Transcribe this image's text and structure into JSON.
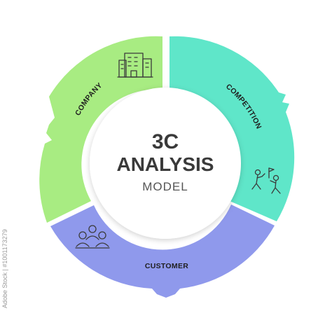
{
  "diagram": {
    "title": "3C",
    "title_line2": "ANALYSIS",
    "subtitle": "MODEL",
    "segments": [
      {
        "label": "COMPANY",
        "color": "#a8ec82",
        "icon": "office-building-icon"
      },
      {
        "label": "COMPETITION",
        "color": "#5fe6c9",
        "icon": "competition-runners-icon"
      },
      {
        "label": "CUSTOMER",
        "color": "#8f99ec",
        "icon": "customer-group-icon"
      }
    ]
  },
  "watermark": {
    "text": "Adobe Stock | #1001173279"
  }
}
